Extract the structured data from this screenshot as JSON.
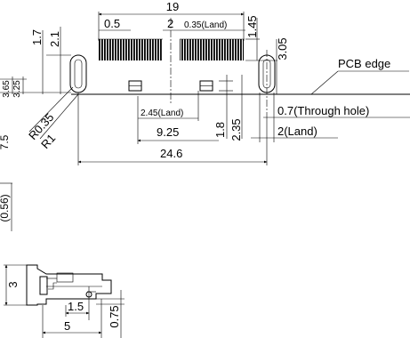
{
  "top": {
    "width_19": "19",
    "pitch_05": "0.5",
    "gap_2": "2",
    "land_035": "0.35(Land)",
    "dim_145": "1.45",
    "dim_305": "3.05",
    "dim_17": "1.7",
    "dim_21": "2.1",
    "dim_365": "3.65",
    "dim_325": "3.25",
    "radius_035": "R0.35",
    "radius_1": "R1",
    "pcb_edge": "PCB edge",
    "land_245": "2.45(Land)",
    "dim_18": "1.8",
    "dim_235": "2.35",
    "through_hole": "0.7(Through hole)",
    "land_2": "2(Land)",
    "dim_925": "9.25",
    "width_246": "24.6",
    "side_75": "7.5",
    "side_056": "(0.56)"
  },
  "bottom": {
    "height_3": "3",
    "dim_15": "1.5",
    "dim_5": "5",
    "dim_075": "0.75"
  }
}
